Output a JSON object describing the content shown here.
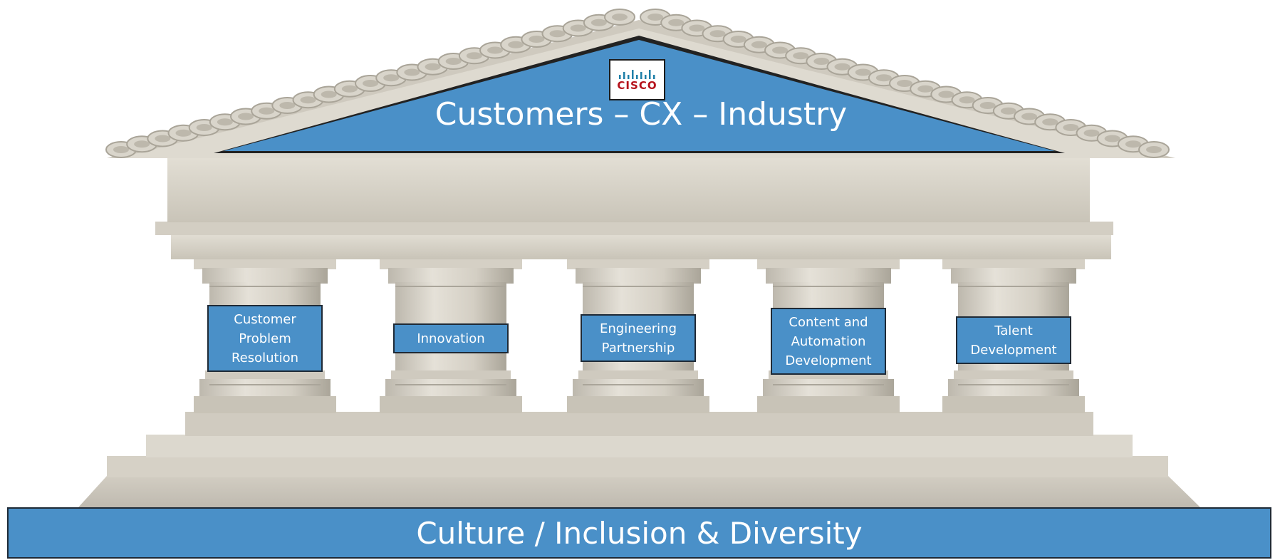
{
  "roof": {
    "title": "Customers – CX – Industry"
  },
  "logo": {
    "wordmark": "CISCO"
  },
  "pillars": [
    {
      "lines": [
        "Customer",
        "Problem",
        "Resolution"
      ]
    },
    {
      "lines": [
        "Innovation"
      ]
    },
    {
      "lines": [
        "Engineering",
        "Partnership"
      ]
    },
    {
      "lines": [
        "Content and",
        "Automation",
        "Development"
      ]
    },
    {
      "lines": [
        "Talent",
        "Development"
      ]
    }
  ],
  "foundation": {
    "label": "Culture / Inclusion & Diversity"
  },
  "colors": {
    "label_fill": "#4a90c8",
    "label_border": "#1f2a36",
    "stone": "#d8d4c9",
    "stone_shadow": "#b6b1a5",
    "logo_red": "#b5121b"
  }
}
